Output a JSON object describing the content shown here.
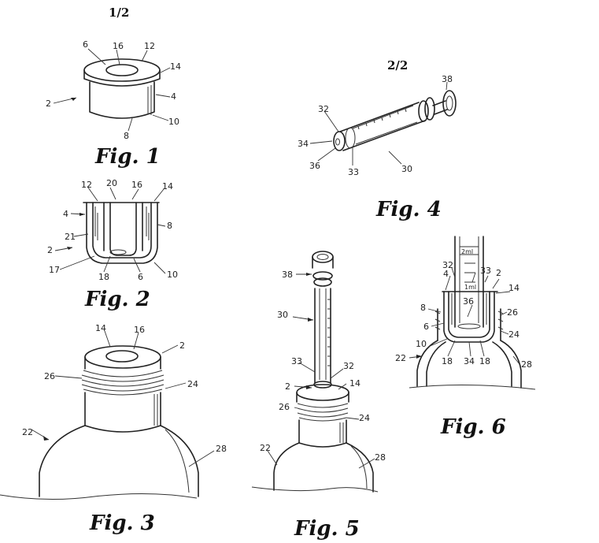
{
  "sheet_numbers": {
    "left": "1/2",
    "right": "2/2"
  },
  "figures": {
    "fig1": {
      "caption": "Fig. 1",
      "labels": {
        "l6": "6",
        "l16": "16",
        "l12": "12",
        "l14": "14",
        "l2": "2",
        "l4": "4",
        "l8": "8",
        "l10": "10"
      }
    },
    "fig2": {
      "caption": "Fig. 2",
      "labels": {
        "l12": "12",
        "l20": "20",
        "l16": "16",
        "l14": "14",
        "l4": "4",
        "l8": "8",
        "l21": "21",
        "l2": "2",
        "l17": "17",
        "l18": "18",
        "l6": "6",
        "l10": "10"
      }
    },
    "fig3": {
      "caption": "Fig. 3",
      "labels": {
        "l14": "14",
        "l16": "16",
        "l2": "2",
        "l26": "26",
        "l24": "24",
        "l22": "22",
        "l28": "28"
      }
    },
    "fig4": {
      "caption": "Fig. 4",
      "labels": {
        "l38": "38",
        "l32": "32",
        "l34": "34",
        "l36": "36",
        "l33": "33",
        "l30": "30"
      }
    },
    "fig5": {
      "caption": "Fig. 5",
      "labels": {
        "l38": "38",
        "l30": "30",
        "l33": "33",
        "l32": "32",
        "l2": "2",
        "l14": "14",
        "l26": "26",
        "l24": "24",
        "l22": "22",
        "l28": "28"
      }
    },
    "fig6": {
      "caption": "Fig. 6",
      "labels": {
        "l2ml": "2ml",
        "l1ml": "1ml",
        "l32": "32",
        "l33": "33",
        "l4": "4",
        "l2": "2",
        "l14": "14",
        "l8": "8",
        "l36": "36",
        "l26": "26",
        "l6": "6",
        "l24": "24",
        "l10": "10",
        "l22": "22",
        "l18a": "18",
        "l34": "34",
        "l18b": "18",
        "l28": "28"
      }
    }
  }
}
